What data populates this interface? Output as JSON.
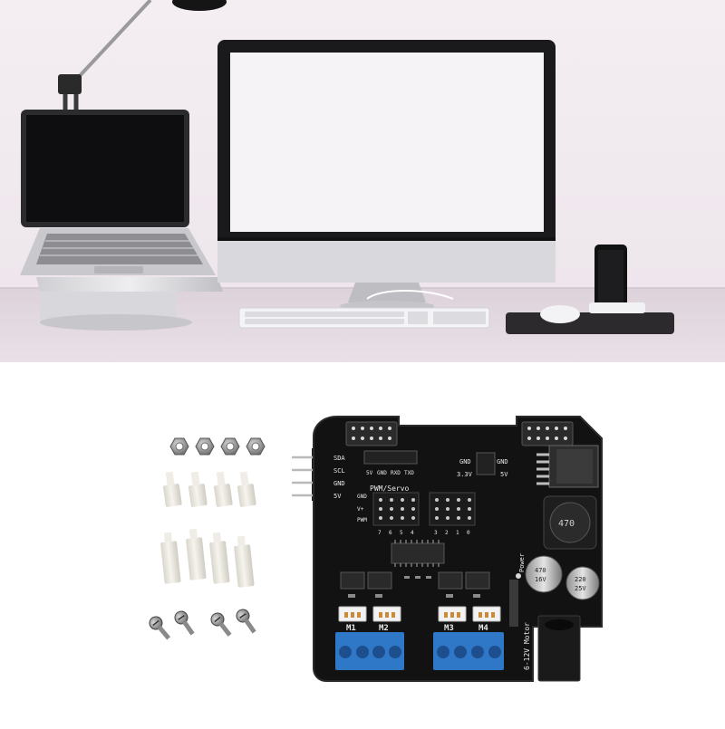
{
  "product": {
    "board": {
      "header_pins": [
        "SDA",
        "SCL",
        "GND",
        "5V"
      ],
      "uart_labels": [
        "5V",
        "GND",
        "RXD",
        "TXD"
      ],
      "power_labels": [
        "GND",
        "GND",
        "3.3V",
        "5V"
      ],
      "servo_title": "PWM/Servo",
      "servo_rail": [
        "GND",
        "V+",
        "PWM"
      ],
      "servo_channels_left": [
        "7",
        "6",
        "5",
        "4"
      ],
      "servo_channels_right": [
        "3",
        "2",
        "1",
        "0"
      ],
      "inductor": "470",
      "cap_left": [
        "470",
        "16V"
      ],
      "cap_right": [
        "220",
        "25V"
      ],
      "power_led": "Power",
      "motor_supply": "6-12V Motor",
      "motor_ports": [
        "M1",
        "M2",
        "M3",
        "M4"
      ]
    },
    "accessories": {
      "nuts": 4,
      "short_standoffs": 4,
      "long_standoffs": 4,
      "screws": 4
    },
    "colors": {
      "pcb": "#121212",
      "silkscreen": "#e8e8e8",
      "terminal": "#2f78c8",
      "nylon": "#e9e6dc",
      "metal": "#8e8e8e"
    }
  }
}
